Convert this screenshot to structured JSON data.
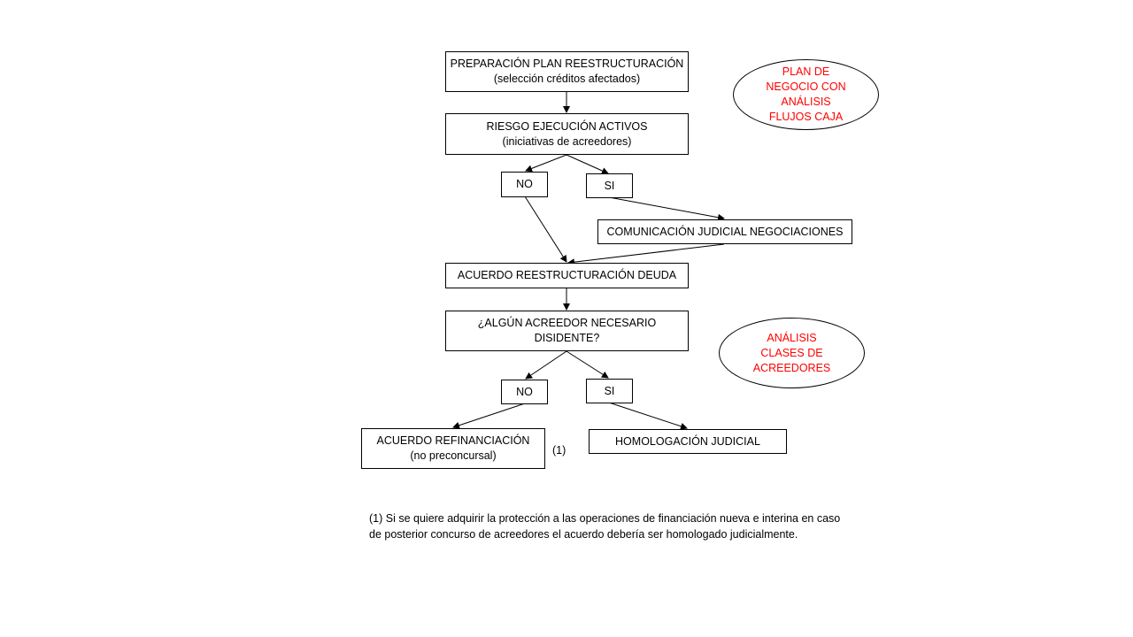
{
  "flowchart": {
    "prep": {
      "line1": "PREPARACIÓN PLAN REESTRUCTURACIÓN",
      "line2": "(selección créditos afectados)"
    },
    "riesgo": {
      "line1": "RIESGO EJECUCIÓN ACTIVOS",
      "line2": "(iniciativas de acreedores)"
    },
    "decision1": {
      "no": "NO",
      "si": "SI"
    },
    "comunicacion": "COMUNICACIÓN JUDICIAL NEGOCIACIONES",
    "acuerdo": "ACUERDO REESTRUCTURACIÓN DEUDA",
    "disidente": {
      "line1": "¿ALGÚN ACREEDOR NECESARIO",
      "line2": "DISIDENTE?"
    },
    "decision2": {
      "no": "NO",
      "si": "SI"
    },
    "refinanciacion": {
      "line1": "ACUERDO REFINANCIACIÓN",
      "line2": "(no preconcursal)"
    },
    "homologacion": "HOMOLOGACIÓN JUDICIAL",
    "note_marker": "(1)"
  },
  "ellipses": {
    "plan": {
      "lines": [
        "PLAN DE",
        "NEGOCIO CON",
        "ANÁLISIS",
        "FLUJOS CAJA"
      ],
      "color": "#ff0000"
    },
    "clases": {
      "lines": [
        "ANÁLISIS",
        "CLASES DE",
        "ACREEDORES"
      ],
      "color": "#ff0000"
    }
  },
  "footnote": {
    "line1": "(1)  Si se quiere adquirir la protección a las operaciones de financiación nueva e interina en caso",
    "line2": "de posterior concurso de acreedores el acuerdo debería ser homologado judicialmente."
  }
}
